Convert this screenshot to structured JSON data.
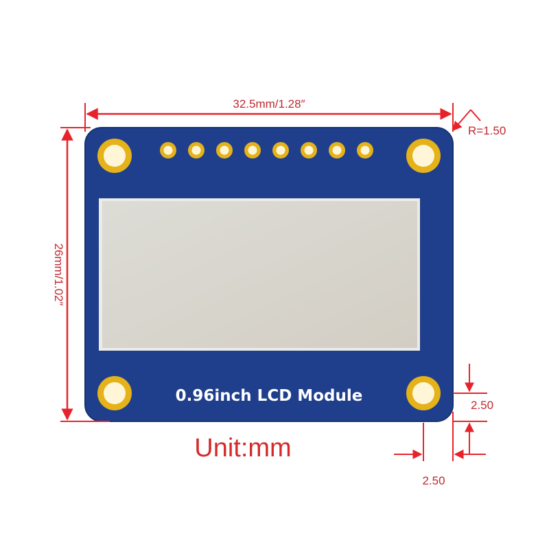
{
  "dimensions": {
    "width_label": "32.5mm/1.28″",
    "height_label": "26mm/1.02″",
    "radius_label": "R=1.50",
    "hole_offset_vertical": "2.50",
    "hole_offset_horizontal": "2.50"
  },
  "board": {
    "label": "0.96inch LCD Module",
    "pin_count": 8
  },
  "unit_label": "Unit:mm",
  "colors": {
    "dimension_red": "#e8222a",
    "pcb_blue": "#1f3f8c",
    "gold_pad": "#e5b21a",
    "lcd_panel": "#d6d3cb"
  }
}
